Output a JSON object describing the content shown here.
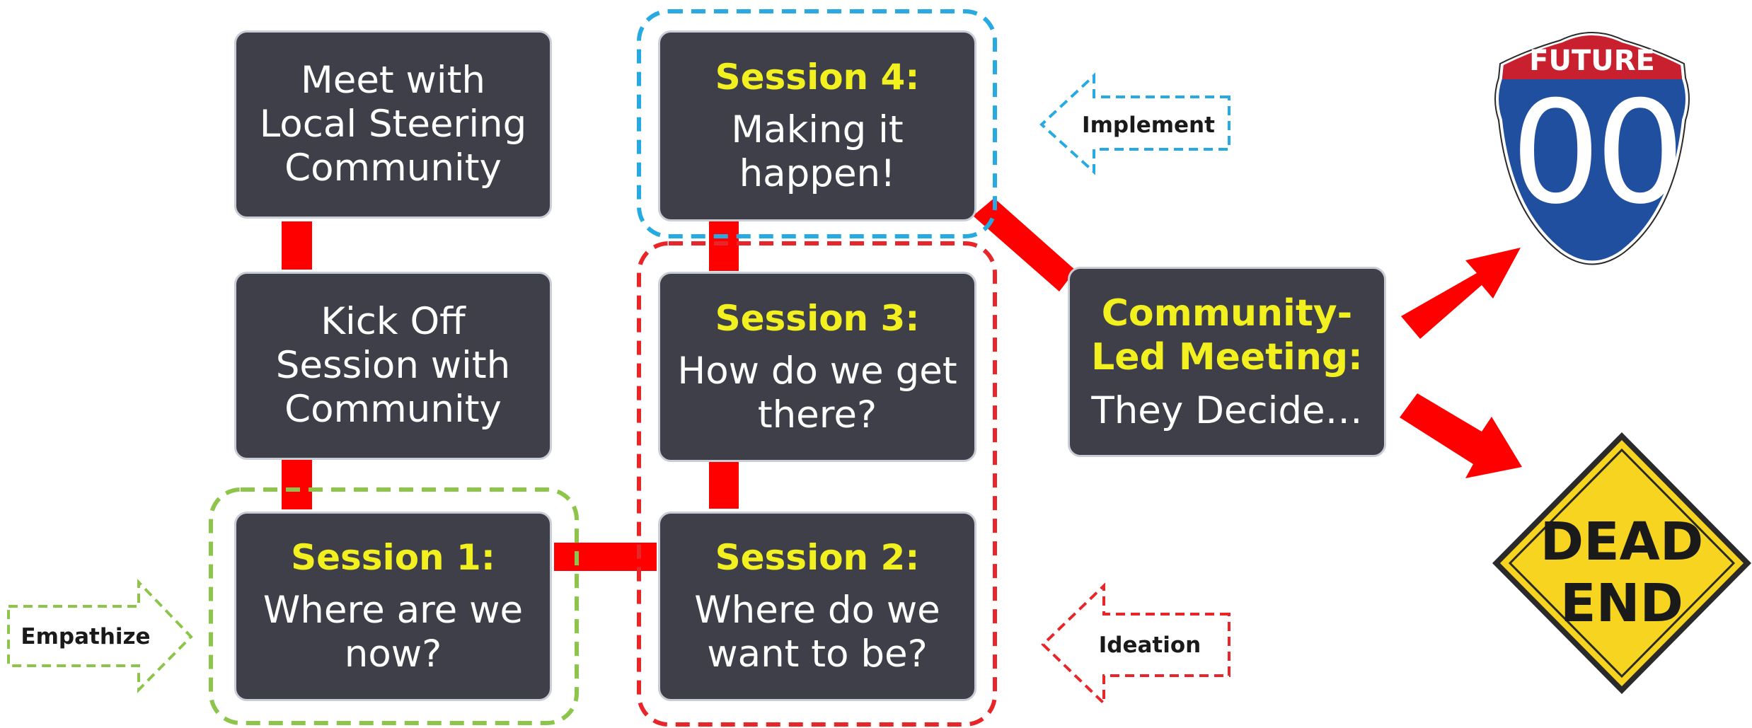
{
  "steps": {
    "meet": {
      "text": "Meet with\nLocal Steering\nCommunity"
    },
    "kickoff": {
      "text": "Kick Off\nSession with\nCommunity"
    },
    "session1": {
      "heading": "Session 1:",
      "text": "Where are we\nnow?"
    },
    "session2": {
      "heading": "Session 2:",
      "text": "Where do we\nwant to be?"
    },
    "session3": {
      "heading": "Session 3:",
      "text": "How do we get\nthere?"
    },
    "session4": {
      "heading": "Session 4:",
      "text": "Making it\nhappen!"
    },
    "community": {
      "heading": "Community-\nLed Meeting:",
      "text": "They Decide…"
    }
  },
  "phases": {
    "empathize": {
      "label": "Empathize",
      "color": "#8dc54b"
    },
    "ideation": {
      "label": "Ideation",
      "color": "#e8262a"
    },
    "implement": {
      "label": "Implement",
      "color": "#27a9e1"
    }
  },
  "signs": {
    "future": {
      "top": "FUTURE",
      "number": "00"
    },
    "dead_end": {
      "line1": "DEAD",
      "line2": "END"
    }
  },
  "colors": {
    "box_fill": "#3f3f4a",
    "heading_text": "#f3f01f",
    "connector": "#ff0000",
    "shield_blue": "#1f4f9e",
    "shield_red": "#c8202f",
    "sign_yellow": "#f6d41f"
  }
}
